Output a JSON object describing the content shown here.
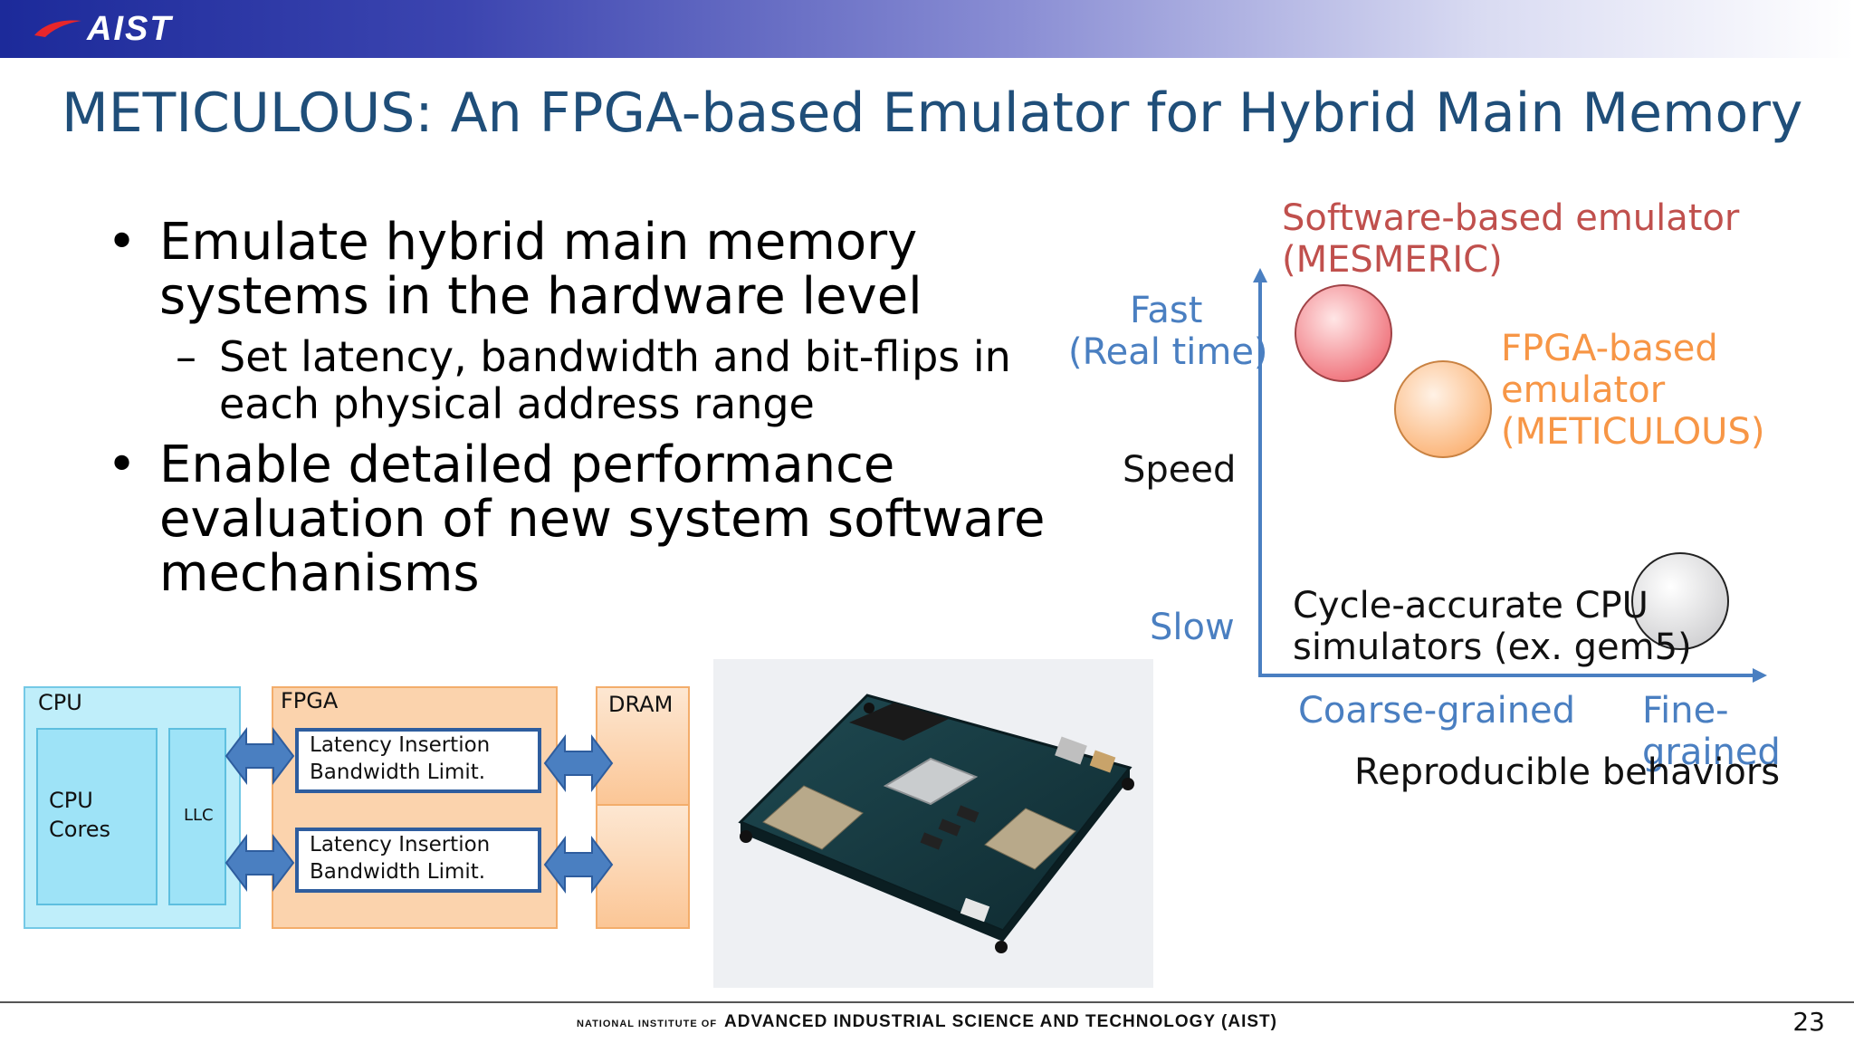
{
  "header": {
    "logo_text": "AIST",
    "brand_color": "#1c2a9a"
  },
  "title": "METICULOUS: An FPGA-based Emulator for Hybrid Main Memory",
  "bullets": {
    "b1_line1": "Emulate hybrid main memory",
    "b1_line2": "systems in the hardware level",
    "sub1_line1": "Set latency, bandwidth and bit-flips in",
    "sub1_line2": "each physical address range",
    "b2_line1": "Enable detailed performance",
    "b2_line2": "evaluation of new system software",
    "b2_line3": "mechanisms",
    "bullet_glyph": "•",
    "dash_glyph": "–"
  },
  "diagram": {
    "cpu_label": "CPU",
    "cpu_cores_line1": "CPU",
    "cpu_cores_line2": "Cores",
    "llc_label": "LLC",
    "fpga_label": "FPGA",
    "lat1_line1": "Latency Insertion",
    "lat1_line2": "Bandwidth Limit.",
    "lat2_line1": "Latency Insertion",
    "lat2_line2": "Bandwidth Limit.",
    "dram_label": "DRAM",
    "arrow_color": "#4a7fc1"
  },
  "chart": {
    "yaxis_label": "Speed",
    "y_fast_line1": "Fast",
    "y_fast_line2": "(Real time)",
    "y_slow": "Slow",
    "x_coarse": "Coarse-grained",
    "x_fine": "Fine-grained",
    "xaxis_label": "Reproducible behaviors",
    "sw_line1": "Software-based emulator",
    "sw_line2": "(MESMERIC)",
    "fpga_line1": "FPGA-based",
    "fpga_line2": "emulator",
    "fpga_line3": "(METICULOUS)",
    "cycle_line1": "Cycle-accurate CPU",
    "cycle_line2": "simulators (ex. gem5)",
    "colors": {
      "software": "#c0504d",
      "fpga": "#f79646",
      "axis": "#4a7fc1",
      "axis_text": "#4a7fc1"
    }
  },
  "footer": {
    "small": "NATIONAL INSTITUTE OF",
    "big": "ADVANCED INDUSTRIAL SCIENCE AND TECHNOLOGY (AIST)",
    "page_number": "23"
  }
}
